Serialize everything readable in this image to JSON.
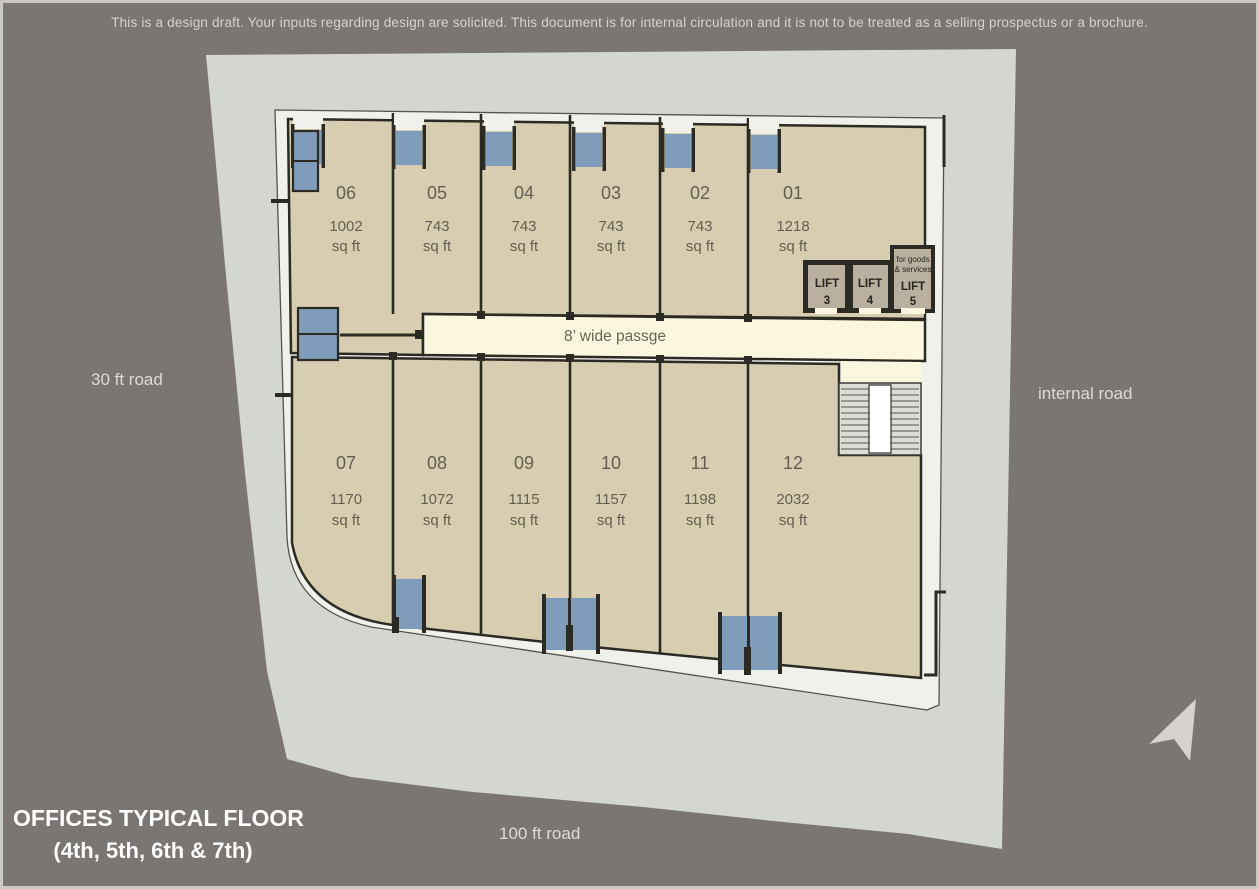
{
  "disclaimer": "This is a design draft. Your inputs regarding design are solicited. This document is for internal circulation and it is not to be treated as a selling prospectus or a brochure.",
  "title": {
    "line1": "OFFICES TYPICAL FLOOR",
    "line2": "(4th, 5th, 6th & 7th)"
  },
  "roads": {
    "left": "30 ft road",
    "right": "internal road",
    "bottom": "100 ft road"
  },
  "passage_label": "8’ wide passge",
  "lifts": [
    {
      "label": "LIFT",
      "number": "3"
    },
    {
      "label": "LIFT",
      "number": "4"
    },
    {
      "label": "LIFT",
      "number": "5",
      "note1": "for goods",
      "note2": "& services"
    }
  ],
  "offices": {
    "top": [
      {
        "num": "06",
        "area": "1002",
        "unit": "sq ft"
      },
      {
        "num": "05",
        "area": "743",
        "unit": "sq ft"
      },
      {
        "num": "04",
        "area": "743",
        "unit": "sq ft"
      },
      {
        "num": "03",
        "area": "743",
        "unit": "sq ft"
      },
      {
        "num": "02",
        "area": "743",
        "unit": "sq ft"
      },
      {
        "num": "01",
        "area": "1218",
        "unit": "sq ft"
      }
    ],
    "bottom": [
      {
        "num": "07",
        "area": "1170",
        "unit": "sq ft"
      },
      {
        "num": "08",
        "area": "1072",
        "unit": "sq ft"
      },
      {
        "num": "09",
        "area": "1115",
        "unit": "sq ft"
      },
      {
        "num": "10",
        "area": "1157",
        "unit": "sq ft"
      },
      {
        "num": "11",
        "area": "1198",
        "unit": "sq ft"
      },
      {
        "num": "12",
        "area": "2032",
        "unit": "sq ft"
      }
    ]
  },
  "icons": {
    "north_arrow": "north-arrow"
  },
  "colors": {
    "background": "#7b7672",
    "frame": "#cbc9c6",
    "plot": "#d3d7d0",
    "band": "#f0f1ea",
    "office_fill": "#d7cdb0",
    "passage_fill": "#fbf7df",
    "window_fill": "#7f9dba",
    "lift_fill": "#b9b09f",
    "stair_fill": "#dcddd7",
    "wall": "#2b2a23",
    "text_dark": "#665e50",
    "text_light": "#d9d6d3",
    "title_text": "#fefefe"
  }
}
